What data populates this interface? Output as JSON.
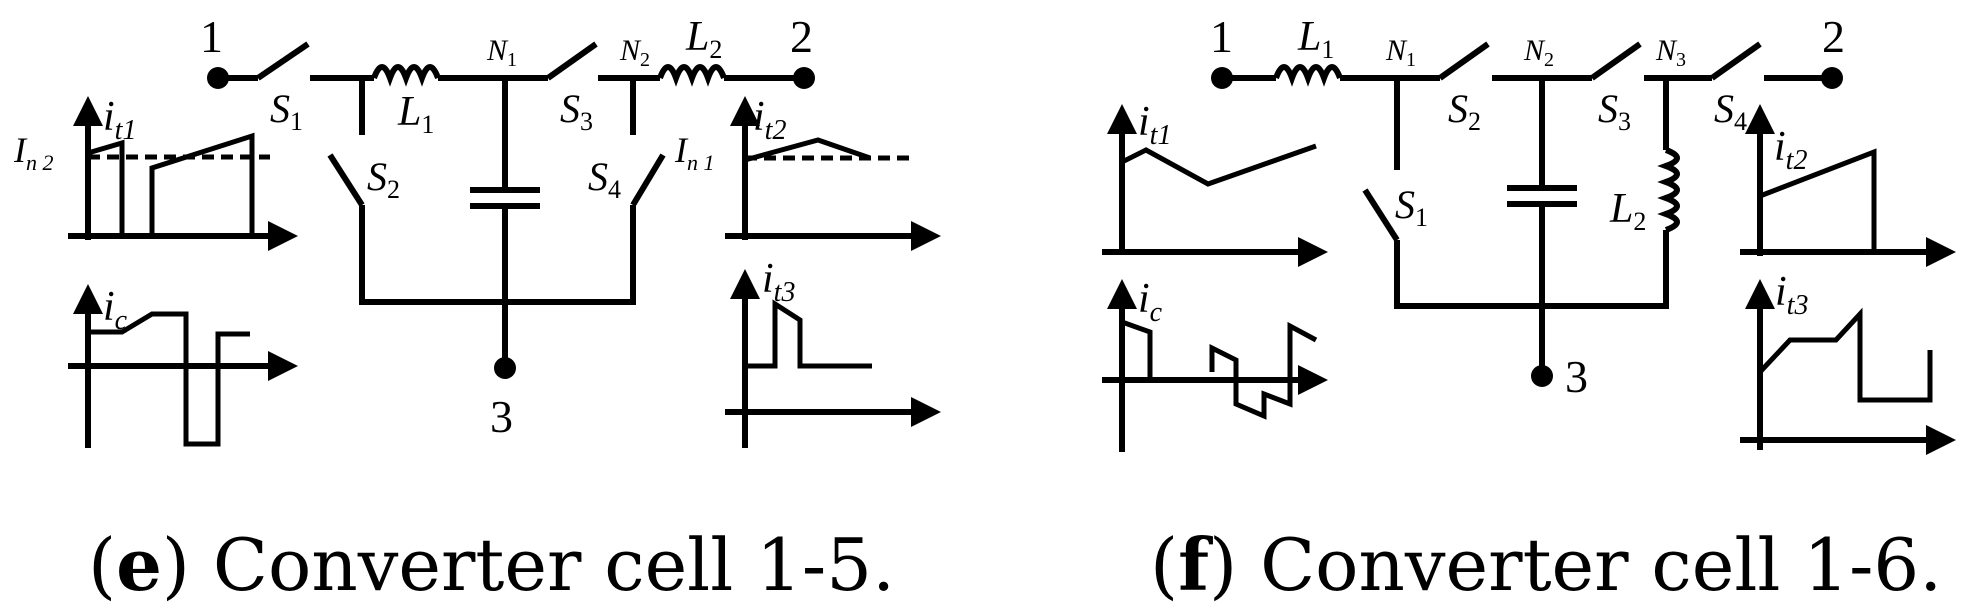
{
  "panel_e": {
    "caption_letter": "e",
    "caption_text": "Converter cell 1-5.",
    "terminal_1": "1",
    "terminal_2": "2",
    "terminal_3": "3",
    "switch_s1": {
      "base": "S",
      "sub": "1"
    },
    "switch_s2": {
      "base": "S",
      "sub": "2"
    },
    "switch_s3": {
      "base": "S",
      "sub": "3"
    },
    "switch_s4": {
      "base": "S",
      "sub": "4"
    },
    "inductor_l1": {
      "base": "L",
      "sub": "1"
    },
    "inductor_l2": {
      "base": "L",
      "sub": "2"
    },
    "node_n1": {
      "base": "N",
      "sub": "1"
    },
    "node_n2": {
      "base": "N",
      "sub": "2"
    },
    "wave_it1": {
      "base": "i",
      "sub": "t1"
    },
    "wave_ic": {
      "base": "i",
      "sub": "c"
    },
    "wave_it2": {
      "base": "i",
      "sub": "t2"
    },
    "wave_it3": {
      "base": "i",
      "sub": "t3"
    },
    "level_in2": {
      "base": "I",
      "sub": "n 2"
    },
    "level_in1": {
      "base": "I",
      "sub": "n 1"
    }
  },
  "panel_f": {
    "caption_letter": "f",
    "caption_text": "Converter cell 1-6.",
    "terminal_1": "1",
    "terminal_2": "2",
    "terminal_3": "3",
    "switch_s1": {
      "base": "S",
      "sub": "1"
    },
    "switch_s2": {
      "base": "S",
      "sub": "2"
    },
    "switch_s3": {
      "base": "S",
      "sub": "3"
    },
    "switch_s4": {
      "base": "S",
      "sub": "4"
    },
    "inductor_l1": {
      "base": "L",
      "sub": "1"
    },
    "inductor_l2": {
      "base": "L",
      "sub": "2"
    },
    "node_n1": {
      "base": "N",
      "sub": "1"
    },
    "node_n2": {
      "base": "N",
      "sub": "2"
    },
    "node_n3": {
      "base": "N",
      "sub": "3"
    },
    "wave_it1": {
      "base": "i",
      "sub": "t1"
    },
    "wave_ic": {
      "base": "i",
      "sub": "c"
    },
    "wave_it2": {
      "base": "i",
      "sub": "t2"
    },
    "wave_it3": {
      "base": "i",
      "sub": "t3"
    }
  }
}
